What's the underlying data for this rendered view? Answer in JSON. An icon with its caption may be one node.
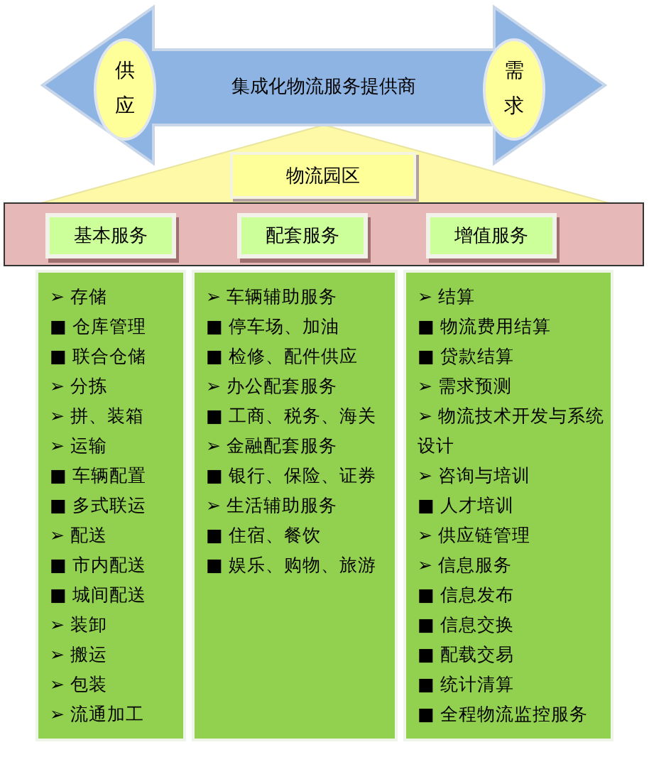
{
  "diagram": {
    "nodes": [
      {
        "text": [
          "集成化物流服务提供商"
        ]
      },
      {
        "text": [
          "供应"
        ]
      },
      {
        "text": [
          "需求"
        ]
      },
      {
        "text": [
          "物流园区"
        ]
      },
      {
        "text": [
          "基本服务"
        ]
      },
      {
        "text": [
          "配套服务"
        ]
      },
      {
        "text": [
          "增值服务"
        ]
      },
      {
        "text": [
          "➢ 存储",
          "■ 仓库管理",
          "■ 联合仓储",
          "➢ 分拣",
          "➢ 拼、装箱",
          "➢ 运输",
          "■ 车辆配置",
          "■ 多式联运",
          "➢ 配送",
          "■ 市内配送",
          "■ 城间配送",
          "➢ 装卸",
          "➢ 搬运",
          "➢ 包装",
          "➢ 流通加工"
        ]
      },
      {
        "text": [
          "➢ 车辆辅助服务",
          "■ 停车场、加油",
          "■ 检修、配件供应",
          "➢ 办公配套服务",
          "■ 工商、税务、海关",
          "➢ 金融配套服务",
          "■ 银行、保险、证券",
          "➢ 生活辅助服务",
          "■ 住宿、餐饮",
          "■ 娱乐、购物、旅游"
        ]
      },
      {
        "text": [
          "➢ 结算",
          "■ 物流费用结算",
          "■ 贷款结算",
          "➢ 需求预测",
          "➢ 物流技术开发与系统设计",
          "➢ 咨询与培训",
          "■ 人才培训",
          "➢ 供应链管理",
          "➢ 信息服务",
          "■ 信息发布",
          "■ 信息交换",
          "■ 配载交易",
          "■ 统计清算",
          "■ 全程物流监控服务"
        ]
      }
    ],
    "edges": []
  }
}
